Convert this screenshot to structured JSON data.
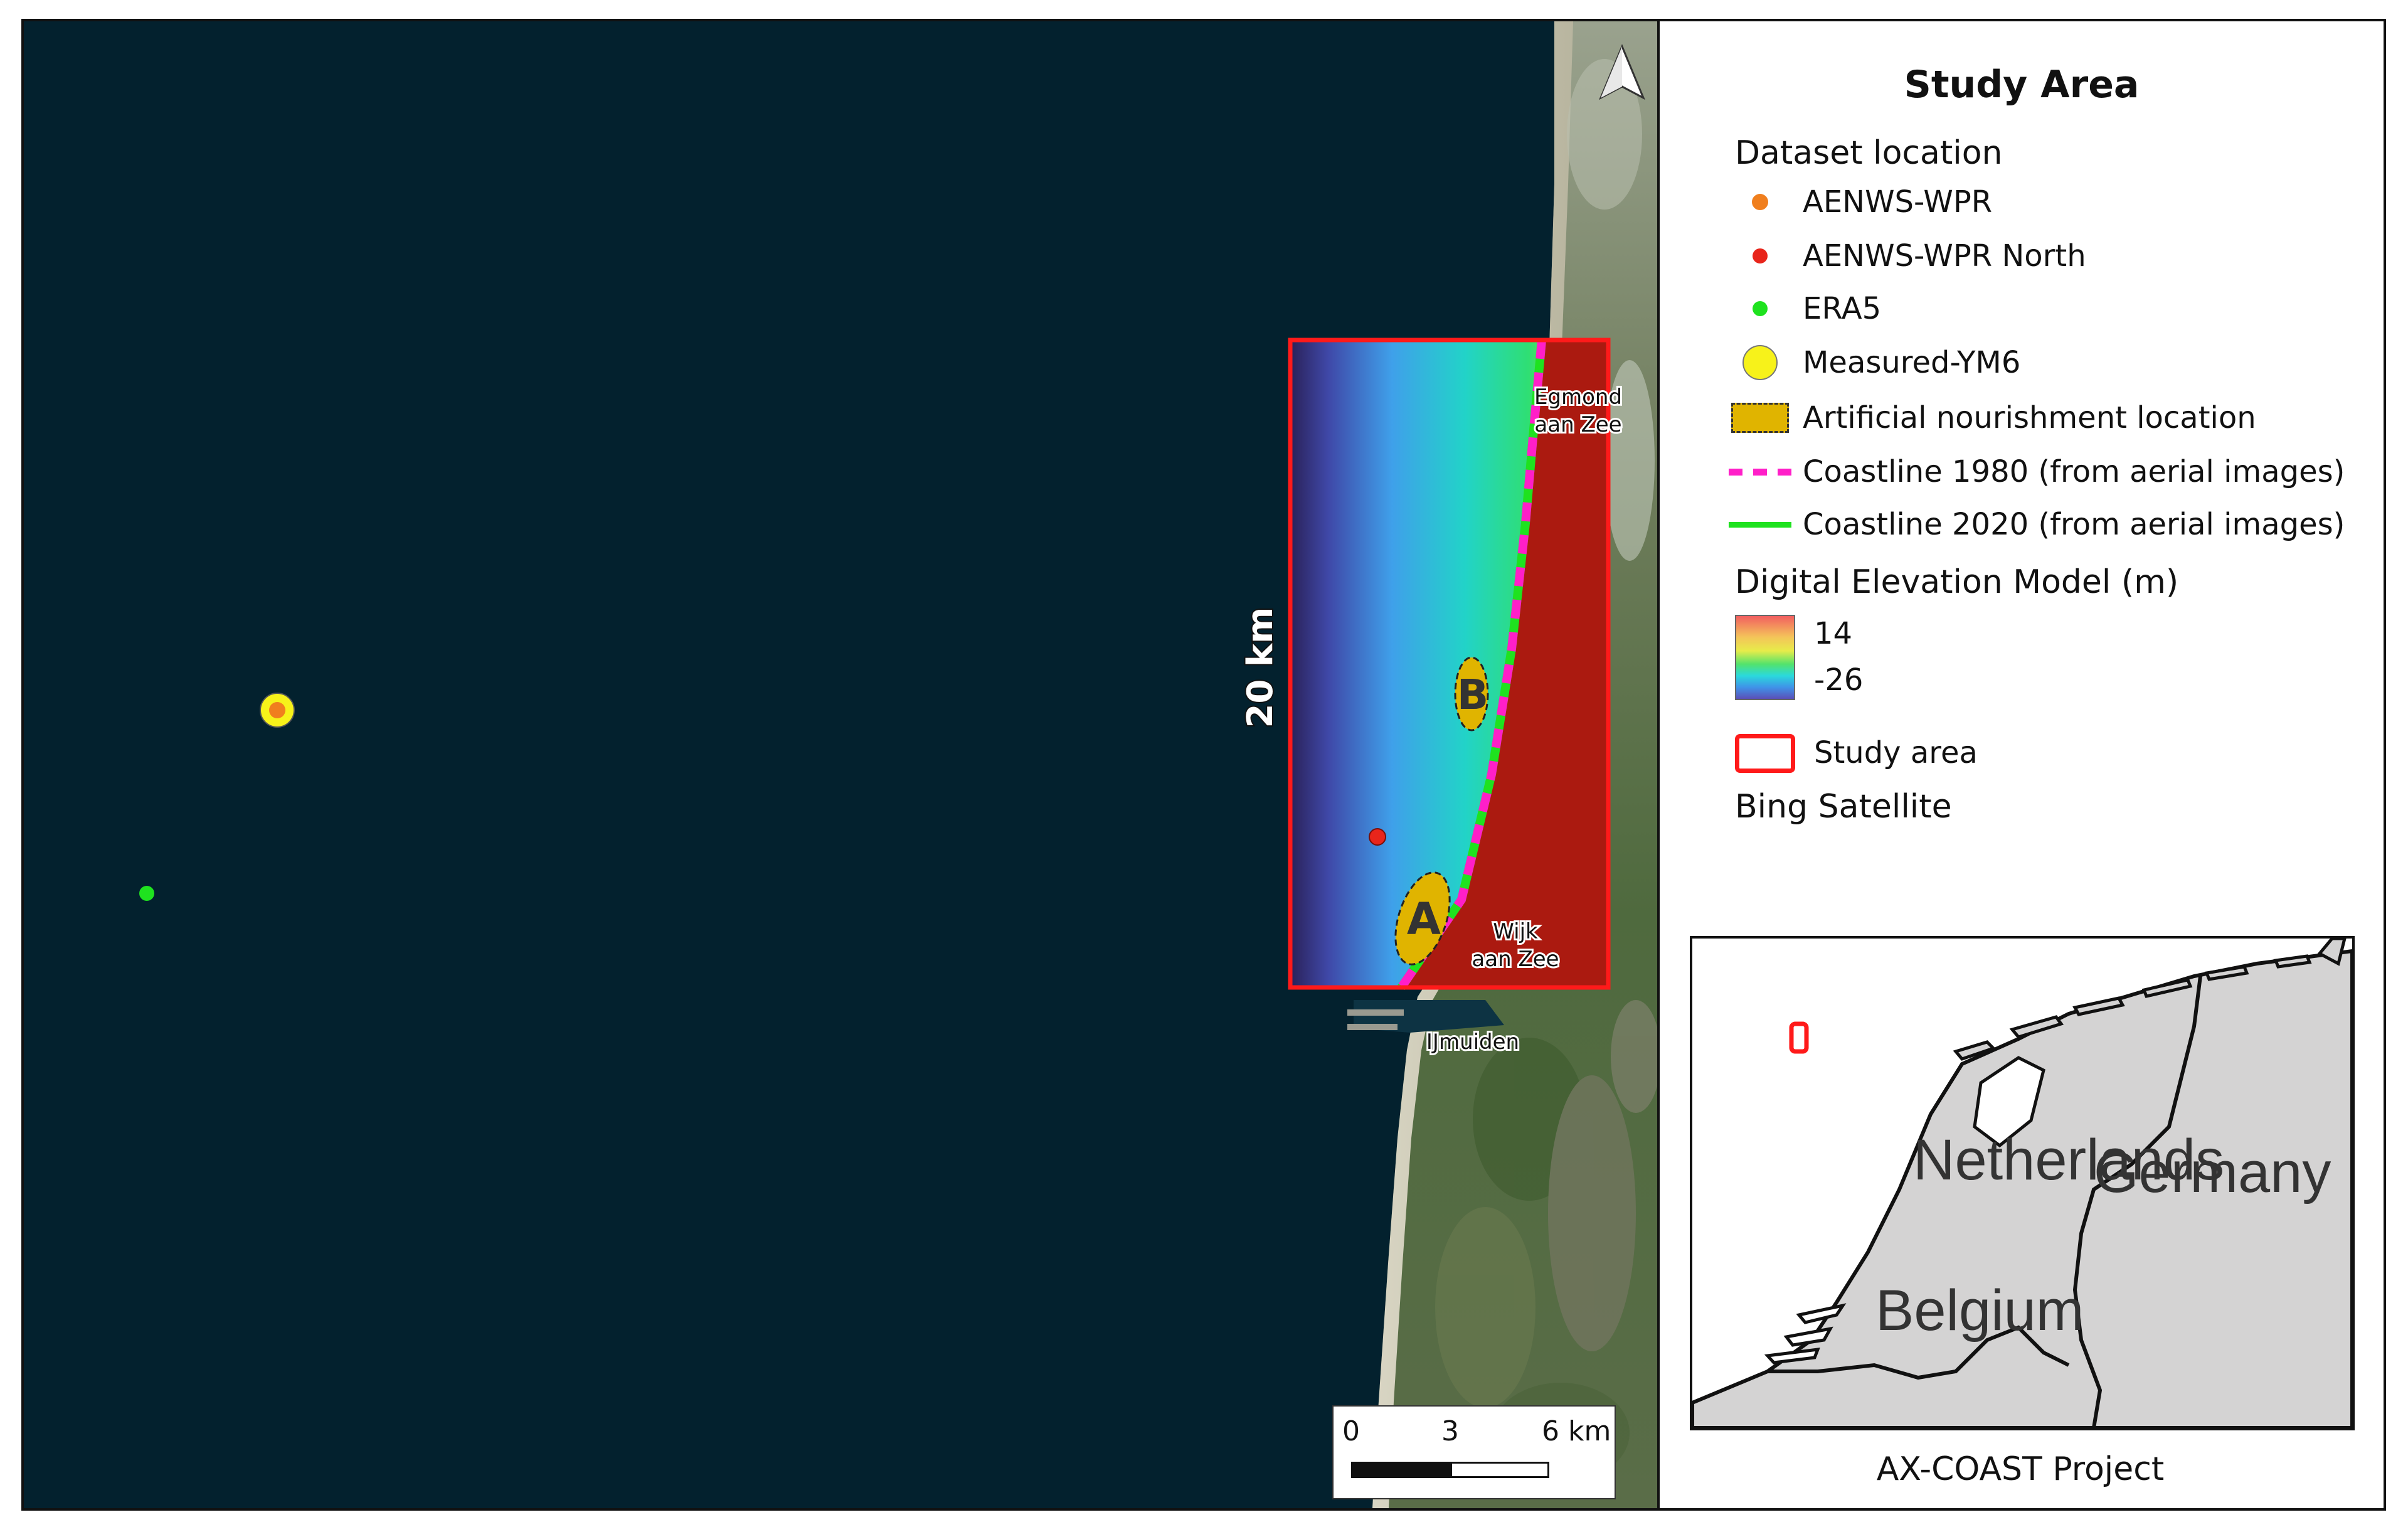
{
  "legend": {
    "title": "Study Area",
    "dataset_header": "Dataset location",
    "items": [
      {
        "label": "AENWS-WPR",
        "color": "#f07f1e"
      },
      {
        "label": "AENWS-WPR North",
        "color": "#e8251b"
      },
      {
        "label": "ERA5",
        "color": "#1fe21f"
      },
      {
        "label": "Measured-YM6",
        "color": "#f7f21a"
      },
      {
        "label": "Artificial nourishment location",
        "color": "#e0b400"
      },
      {
        "label": "Coastline 1980 (from aerial images)",
        "color": "#ff1fc8"
      },
      {
        "label": "Coastline 2020 (from aerial images)",
        "color": "#1fe21f"
      }
    ],
    "dem_header": "Digital Elevation Model (m)",
    "dem_max": "14",
    "dem_min": "-26",
    "study_area_label": "Study area",
    "basemap_label": "Bing Satellite"
  },
  "map": {
    "scale_label": "20 km",
    "place_labels": {
      "egmond_line1": "Egmond",
      "egmond_line2": "aan Zee",
      "wijk_line1": "Wijk",
      "wijk_line2": "aan Zee",
      "ijmuiden": "IJmuiden"
    },
    "nourishment_labels": [
      "A",
      "B"
    ],
    "scale_bar": {
      "ticks": [
        "0",
        "3",
        "6 km"
      ]
    }
  },
  "inset": {
    "countries": [
      "Netherlands",
      "Germany",
      "Belgium"
    ]
  },
  "credit": "AX-COAST Project",
  "icons": {
    "north_arrow": "north-arrow-icon"
  }
}
